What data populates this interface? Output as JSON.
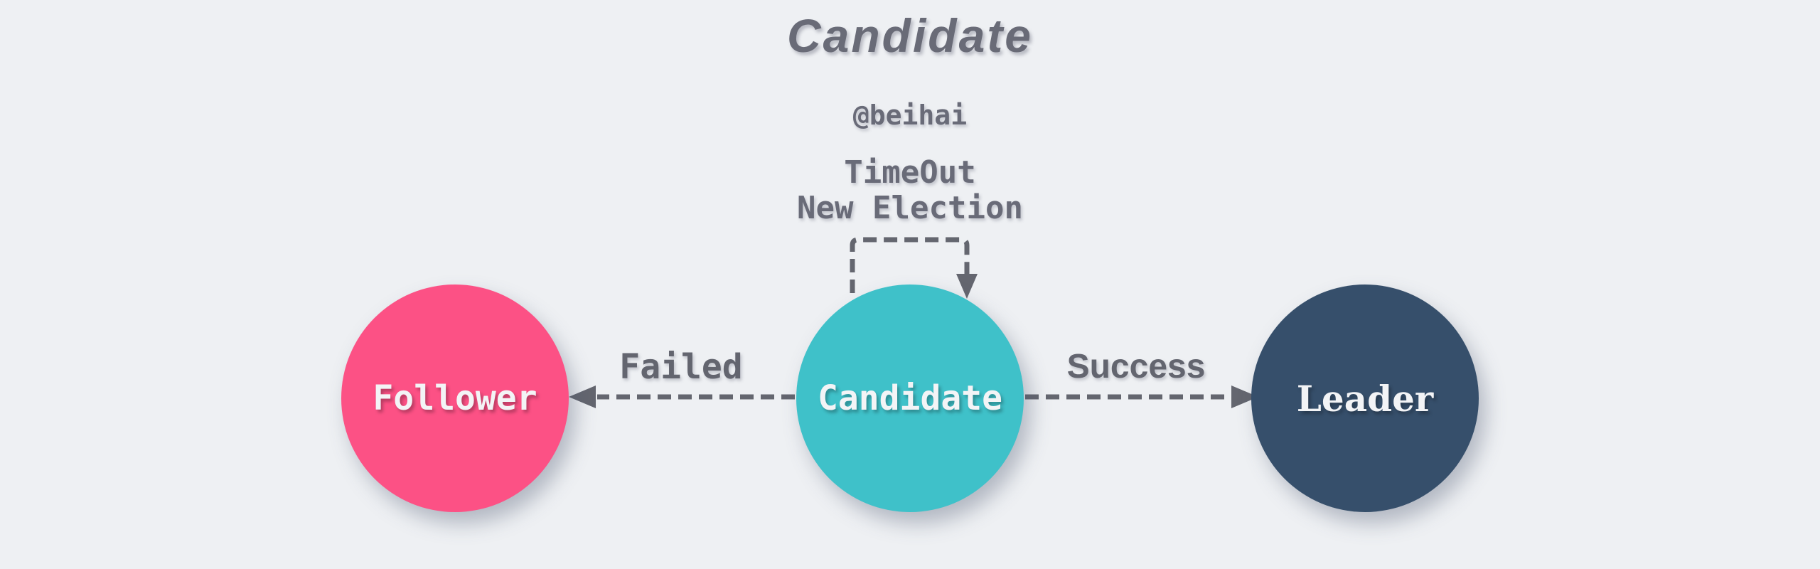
{
  "page": {
    "title": "Candidate",
    "author": "@beihai",
    "background_color": "#eef0f3",
    "heading_color": "#696b77"
  },
  "diagram": {
    "arrow_color": "#64666f",
    "label_color": "#696b78",
    "self_loop": {
      "line1": "TimeOut",
      "line2": "New Election"
    },
    "nodes": [
      {
        "id": "follower",
        "label": "Follower",
        "color": "#fc5185",
        "text_color": "#f3f4f6"
      },
      {
        "id": "candidate",
        "label": "Candidate",
        "color": "#3fc1c9",
        "text_color": "#f3f4f6"
      },
      {
        "id": "leader",
        "label": "Leader",
        "color": "#364f6b",
        "text_color": "#f3f4f6"
      }
    ],
    "transitions": [
      {
        "id": "failed",
        "label": "Failed",
        "from": "Candidate",
        "to": "Follower",
        "style": "dashed"
      },
      {
        "id": "success",
        "label": "Success",
        "from": "Candidate",
        "to": "Leader",
        "style": "dashed"
      },
      {
        "id": "timeout",
        "label": "TimeOut New Election",
        "from": "Candidate",
        "to": "Candidate",
        "style": "dashed"
      }
    ]
  }
}
